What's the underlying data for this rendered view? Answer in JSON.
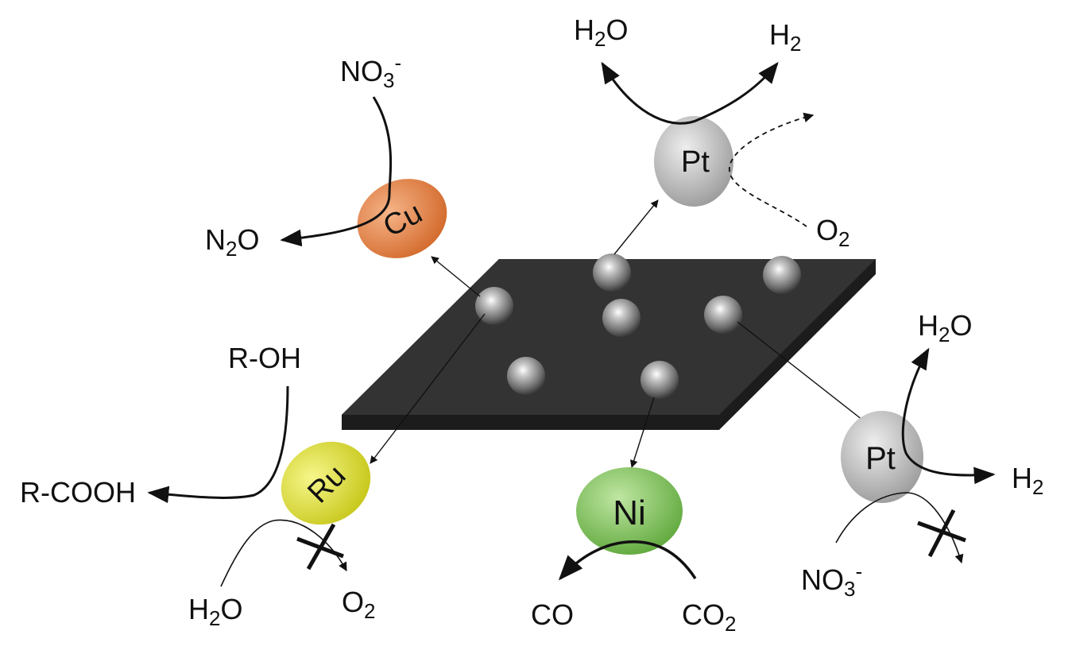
{
  "catalysts": {
    "cu": {
      "symbol": "Cu",
      "color": "#e07c3c"
    },
    "pt_top": {
      "symbol": "Pt",
      "color": "#b8b8b8"
    },
    "ru": {
      "symbol": "Ru",
      "color": "#d8d82a"
    },
    "ni": {
      "symbol": "Ni",
      "color": "#7fc05a"
    },
    "pt_right": {
      "symbol": "Pt",
      "color": "#b8b8b8"
    }
  },
  "species": {
    "cu_in": {
      "base": "NO",
      "sub": "3",
      "sup": "-"
    },
    "cu_out": {
      "base": "N",
      "sub": "2",
      "tail": "O"
    },
    "pt_top_h2o": {
      "base": "H",
      "sub": "2",
      "tail": "O"
    },
    "pt_top_h2": {
      "base": "H",
      "sub": "2"
    },
    "pt_top_o2": {
      "base": "O",
      "sub": "2"
    },
    "ru_in": {
      "base": "R-OH"
    },
    "ru_out": {
      "base": "R-COOH"
    },
    "ru_h2o": {
      "base": "H",
      "sub": "2",
      "tail": "O"
    },
    "ru_o2": {
      "base": "O",
      "sub": "2"
    },
    "ni_co": {
      "base": "CO"
    },
    "ni_co2": {
      "base": "CO",
      "sub": "2"
    },
    "pt_right_h2o": {
      "base": "H",
      "sub": "2",
      "tail": "O"
    },
    "pt_right_h2": {
      "base": "H",
      "sub": "2"
    },
    "pt_right_no3": {
      "base": "NO",
      "sub": "3",
      "sup": "-"
    }
  },
  "colors": {
    "support": "#2e2e2e",
    "particle": "#9a9a9a",
    "line": "#111111"
  }
}
